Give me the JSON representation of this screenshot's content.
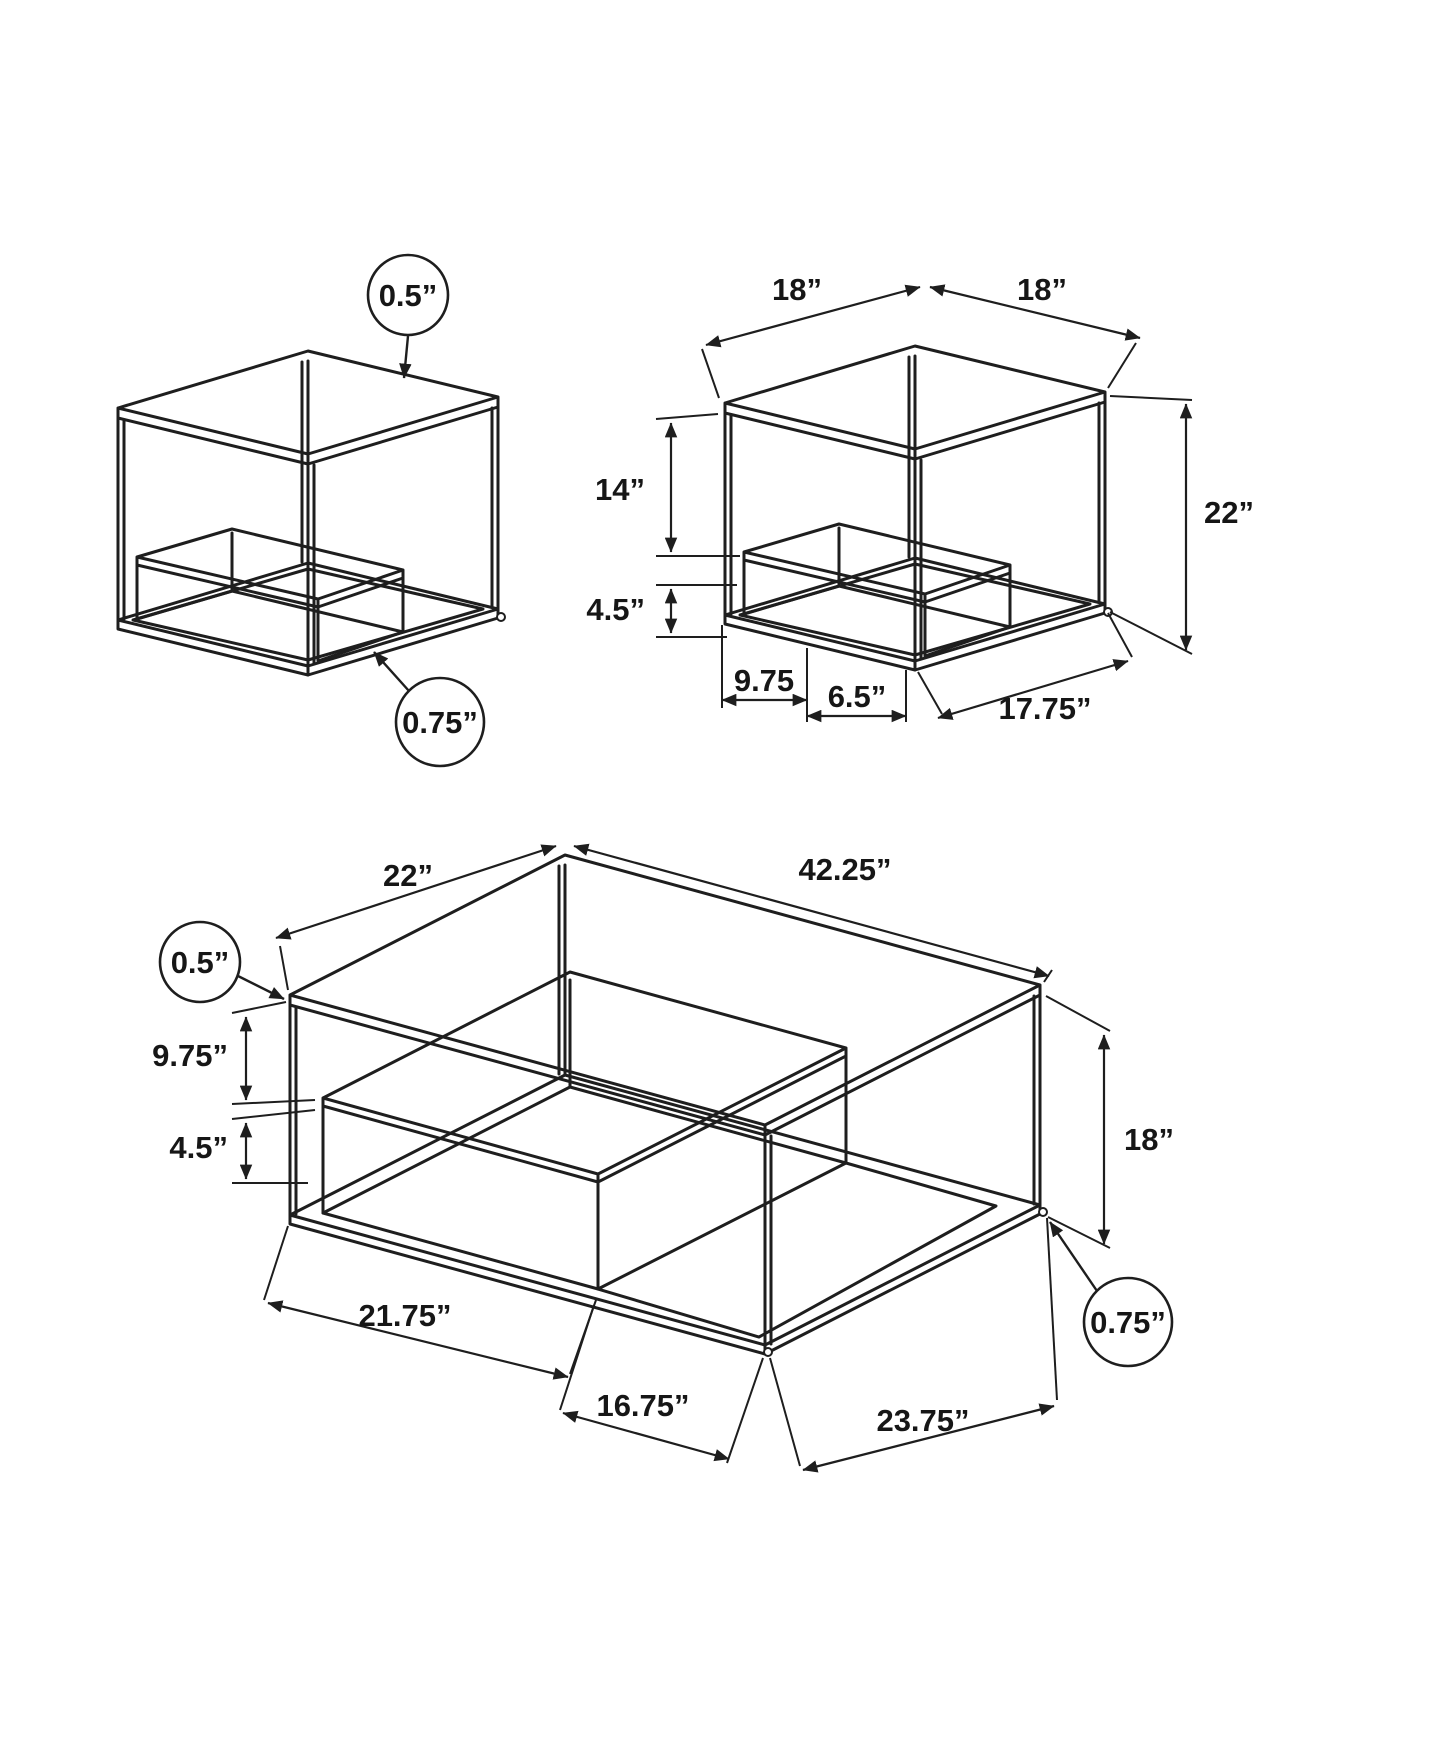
{
  "canvas": {
    "background": "#ffffff",
    "ink": "#1e1e1e"
  },
  "end_table_plain": {
    "top_thickness": "0.5”",
    "frame_thickness": "0.75”"
  },
  "end_table_dimensioned": {
    "top_depth": "18”",
    "top_width": "18”",
    "top_to_shelf": "14”",
    "shelf_to_base": "4.5”",
    "base_inset": "9.75",
    "base_mid": "6.5”",
    "base_edge": "17.75”",
    "overall_height": "22”"
  },
  "coffee_table": {
    "top_thickness": "0.5”",
    "frame_thickness": "0.75”",
    "top_depth": "22”",
    "top_width": "42.25”",
    "top_to_shelf": "9.75”",
    "shelf_to_base": "4.5”",
    "overall_height": "18”",
    "base_left": "21.75”",
    "base_mid": "16.75”",
    "base_right": "23.75”"
  }
}
